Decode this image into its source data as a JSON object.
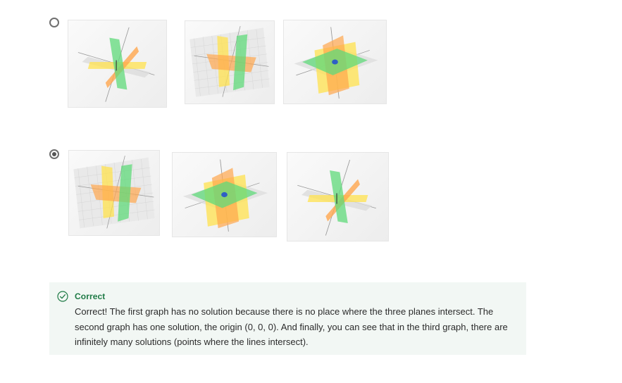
{
  "options": [
    {
      "selected": false,
      "graphs": [
        {
          "type": "infinite-lines",
          "description": "three planes intersecting along a line"
        },
        {
          "type": "no-solution-grid",
          "description": "planes with no common intersection"
        },
        {
          "type": "one-point",
          "description": "three planes meeting at the origin"
        }
      ]
    },
    {
      "selected": true,
      "graphs": [
        {
          "type": "no-solution-grid",
          "description": "planes with no common intersection"
        },
        {
          "type": "one-point",
          "description": "three planes meeting at the origin"
        },
        {
          "type": "infinite-lines",
          "description": "three planes intersecting along a line"
        }
      ]
    }
  ],
  "feedback": {
    "status": "correct",
    "icon": "check-circle-icon",
    "title": "Correct",
    "text": "Correct! The first graph has no solution because there is no place where the three planes intersect. The second graph has one solution, the origin (0, 0, 0). And finally, you can see that in the third graph, there are infinitely many solutions (points where the lines intersect)."
  },
  "colors": {
    "feedback_bg": "#f2f7f4",
    "success_green": "#1e7a45",
    "plane_yellow": "#ffe14d",
    "plane_orange": "#ffa64d",
    "plane_green": "#5fd97a",
    "origin_point": "#2f5fc4"
  }
}
